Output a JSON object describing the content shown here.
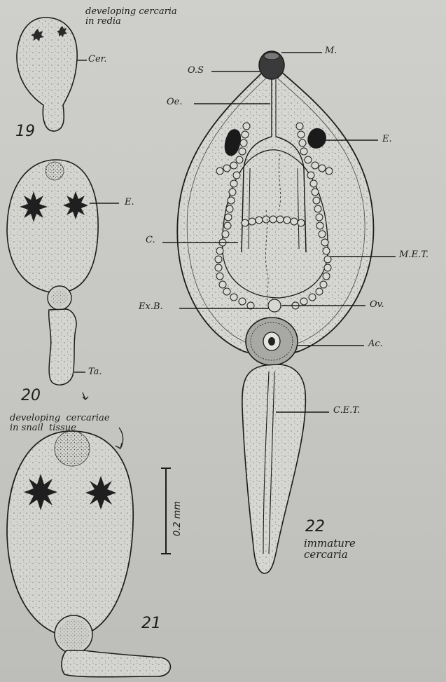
{
  "figure_numbers": {
    "fig19": "19",
    "fig20": "20",
    "fig21": "21",
    "fig22": "22"
  },
  "notes": {
    "fig19": "developing cercaria\nin redia",
    "fig21": "developing  cercariae\nin snail  tissue",
    "fig22": "immature\ncercaria"
  },
  "labels": {
    "cer": "Cer.",
    "e_fig20": "E.",
    "ta": "Ta.",
    "m": "M.",
    "os": "O.S",
    "oe": "Oe.",
    "e_fig22": "E.",
    "c": "C.",
    "met": "M.E.T.",
    "exb": "Ex.B.",
    "ov": "Ov.",
    "ac": "Ac.",
    "cet": "C.E.T."
  },
  "scale_bar": {
    "label": "0.2 mm"
  },
  "colors": {
    "paper": "#c9c9c5",
    "ink": "#1c1c1c",
    "body_fill": "#d6d6d2",
    "eyespot": "#222222"
  }
}
